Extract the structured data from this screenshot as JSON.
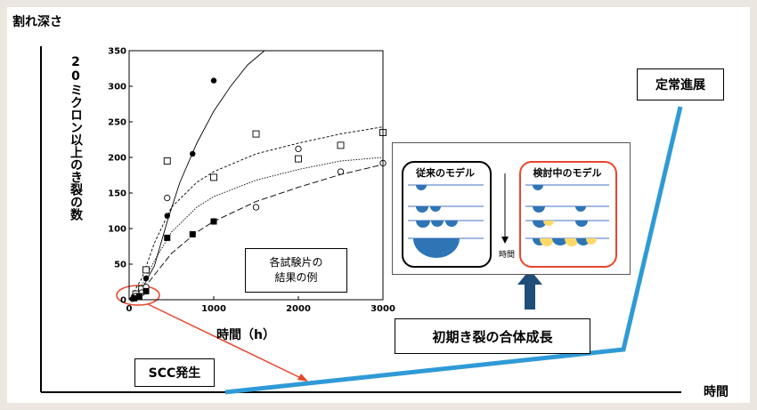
{
  "main_axis": {
    "y_label": "割れ深さ",
    "x_label": "時間"
  },
  "stages": {
    "initiation": "SCC発生",
    "steady": "定常進展",
    "coalescence": "初期き裂の合体成長"
  },
  "inset_chart": {
    "y_label": "20ミクロン以上のき裂の数",
    "x_label": "時間（h）",
    "legend_line1": "各試験片の",
    "legend_line2": "結果の例",
    "x_ticks": [
      "0",
      "1000",
      "2000",
      "3000"
    ],
    "y_ticks": [
      "0",
      "50",
      "100",
      "150",
      "200",
      "250",
      "300",
      "350"
    ]
  },
  "models": {
    "conventional": "従来のモデル",
    "studied": "検討中のモデル",
    "time_label": "時間"
  },
  "colors": {
    "blue_line": "#2f9ad6",
    "dot_blue": "#2e75b6",
    "dot_yellow": "#ffd966",
    "red_circle": "#e8472b",
    "arrow_dark": "#1f4e79"
  },
  "chart_data": {
    "type": "scatter",
    "xlim": [
      0,
      3000
    ],
    "ylim": [
      0,
      350
    ],
    "series": [
      {
        "marker": "filled-circle",
        "x": [
          40,
          80,
          120,
          160,
          200,
          450,
          750,
          1000
        ],
        "y": [
          1,
          3,
          5,
          10,
          30,
          118,
          205,
          308
        ]
      },
      {
        "marker": "open-square",
        "x": [
          80,
          150,
          200,
          450,
          1000,
          1500,
          2000,
          2500,
          3000
        ],
        "y": [
          8,
          15,
          42,
          195,
          172,
          233,
          198,
          217,
          235
        ]
      },
      {
        "marker": "open-circle",
        "x": [
          80,
          150,
          200,
          450,
          1000,
          1500,
          2000,
          2500,
          3000
        ],
        "y": [
          5,
          10,
          18,
          143,
          110,
          130,
          212,
          180,
          192
        ]
      },
      {
        "marker": "filled-square",
        "x": [
          60,
          120,
          200,
          450,
          750,
          1000
        ],
        "y": [
          2,
          5,
          12,
          87,
          92,
          110
        ]
      }
    ],
    "fits": [
      {
        "style": "solid",
        "x": [
          0,
          150,
          300,
          450,
          600,
          800,
          1000,
          1200,
          1400,
          1600
        ],
        "y": [
          0,
          15,
          48,
          110,
          165,
          220,
          265,
          300,
          330,
          350
        ]
      },
      {
        "style": "short-dash",
        "x": [
          0,
          150,
          300,
          500,
          800,
          1000,
          1500,
          2000,
          2500,
          3000
        ],
        "y": [
          0,
          30,
          80,
          130,
          165,
          180,
          205,
          220,
          233,
          243
        ]
      },
      {
        "style": "dot",
        "x": [
          0,
          150,
          300,
          500,
          800,
          1000,
          1500,
          2000,
          2500,
          3000
        ],
        "y": [
          0,
          20,
          55,
          95,
          130,
          145,
          168,
          183,
          195,
          200
        ]
      },
      {
        "style": "long-dash",
        "x": [
          0,
          150,
          300,
          500,
          800,
          1000,
          1500,
          2000,
          2500,
          3000
        ],
        "y": [
          0,
          12,
          35,
          65,
          95,
          110,
          138,
          158,
          176,
          190
        ]
      }
    ]
  }
}
